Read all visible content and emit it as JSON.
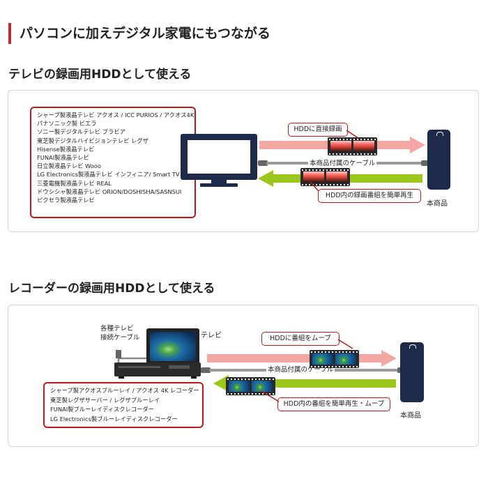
{
  "page": {
    "title": "パソコンに加えデジタル家電にもつながる"
  },
  "tv_section": {
    "title": "テレビの録画用HDDとして使える",
    "compatible": [
      "シャープ製液晶テレビ アクオス / ICC PURIOS / アクオス4K",
      "パナソニック製 ビエラ",
      "ソニー製デジタルテレビ ブラビア",
      "東芝製デジタルハイビジョンテレビ レグザ",
      "Hisense製液晶テレビ",
      "FUNAI製液晶テレビ",
      "日立製液晶テレビ Wooo",
      "LG Electronics製液晶テレビ インフィニア/ Smart TV",
      "三菱電機製液晶テレビ REAL",
      "ドウシシャ製液晶テレビ ORION/DOSHISHA/SASNSUI",
      "ピクセラ製液晶テレビ"
    ],
    "callout_top": "HDDに直接録画",
    "cable_label": "本商品付属のケーブル",
    "callout_bottom": "HDD内の録画番組を簡単再生",
    "device_label": "本商品"
  },
  "recorder_section": {
    "title": "レコーダーの録画用HDDとして使える",
    "cable_caption_line1": "各種テレビ",
    "cable_caption_line2": "接続ケーブル",
    "tv_label": "テレビ",
    "callout_top": "HDDに番組をムーブ",
    "cable_label": "本商品付属のケーブル",
    "callout_bottom": "HDD内の番組を簡単再生・ムーブ",
    "device_label": "本商品",
    "compatible": [
      "シャープ製アクオスブルーレイ / アクオス 4K レコーダー",
      "東芝製レグザサーバー / レグザブルーレイ",
      "FUNAI製ブルーレイディスクレコーダー",
      "LG Electronics製ブルーレイディスクレコーダー"
    ]
  },
  "colors": {
    "accent_red": "#c62828",
    "pink_arrow": "#f4a6a3",
    "green_arrow": "#9bc81a",
    "hdd_navy": "#1e2a4a"
  },
  "icons": [
    "tv-monitor-icon",
    "hdd-icon",
    "recorder-icon",
    "film-strip-icon",
    "cable-plug-icon"
  ]
}
